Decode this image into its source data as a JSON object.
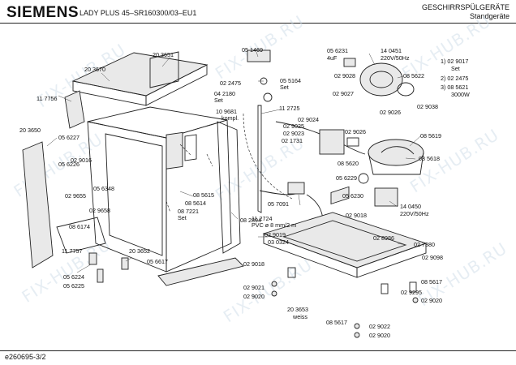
{
  "header": {
    "brand": "SIEMENS",
    "model": "LADY PLUS 45–SR160300/03–EU1",
    "category_line1": "GESCHIRRSPÜLGERÄTE",
    "category_line2": "Standgeräte"
  },
  "footer": {
    "drawing_id": "e260695-3/2"
  },
  "watermark": {
    "text": "FIX-HUB.RU"
  },
  "part_labels": [
    "20 3651",
    "20 3670",
    "05 1469",
    "05 6231",
    "4uF",
    "14 0451",
    "220V/50Hz",
    "1) 02 9017",
    "Set",
    "2) 02 2475",
    "3) 08 5621",
    "3000W",
    "02 9028",
    "02 2475",
    "05 5164",
    "Set",
    "04 2180",
    "Set",
    "11 2725",
    "02 9027",
    "08 5622",
    "02 9026",
    "02 9038",
    "11 7756",
    "10 9681",
    "kompl.",
    "02 9024",
    "02 9025",
    "02 9023",
    "02 1731",
    "02 9026",
    "08 5619",
    "20 3650",
    "05 6227",
    "02 9016",
    "05 6226",
    "05 6348",
    "08 5618",
    "08 5620",
    "05 6229",
    "05 6230",
    "08 5615",
    "08 5614",
    "08 7221",
    "Set",
    "02 9655",
    "02 9658",
    "05 7091",
    "14 0450",
    "220V/50Hz",
    "11 2724",
    "PVC ø 8 mm/2 m",
    "08 2894",
    "02 9018",
    "08 6174",
    "02 9019",
    "03 0324",
    "02 8986",
    "02 7380",
    "11 7757",
    "02 9098",
    "02 9018",
    "20 3652",
    "05 6617",
    "05 6224",
    "05 6225",
    "02 9021",
    "02 9020",
    "08 5617",
    "02 9295",
    "02 9020",
    "20 3653",
    "weiss",
    "02 9022",
    "08 5617",
    "02 9020"
  ]
}
